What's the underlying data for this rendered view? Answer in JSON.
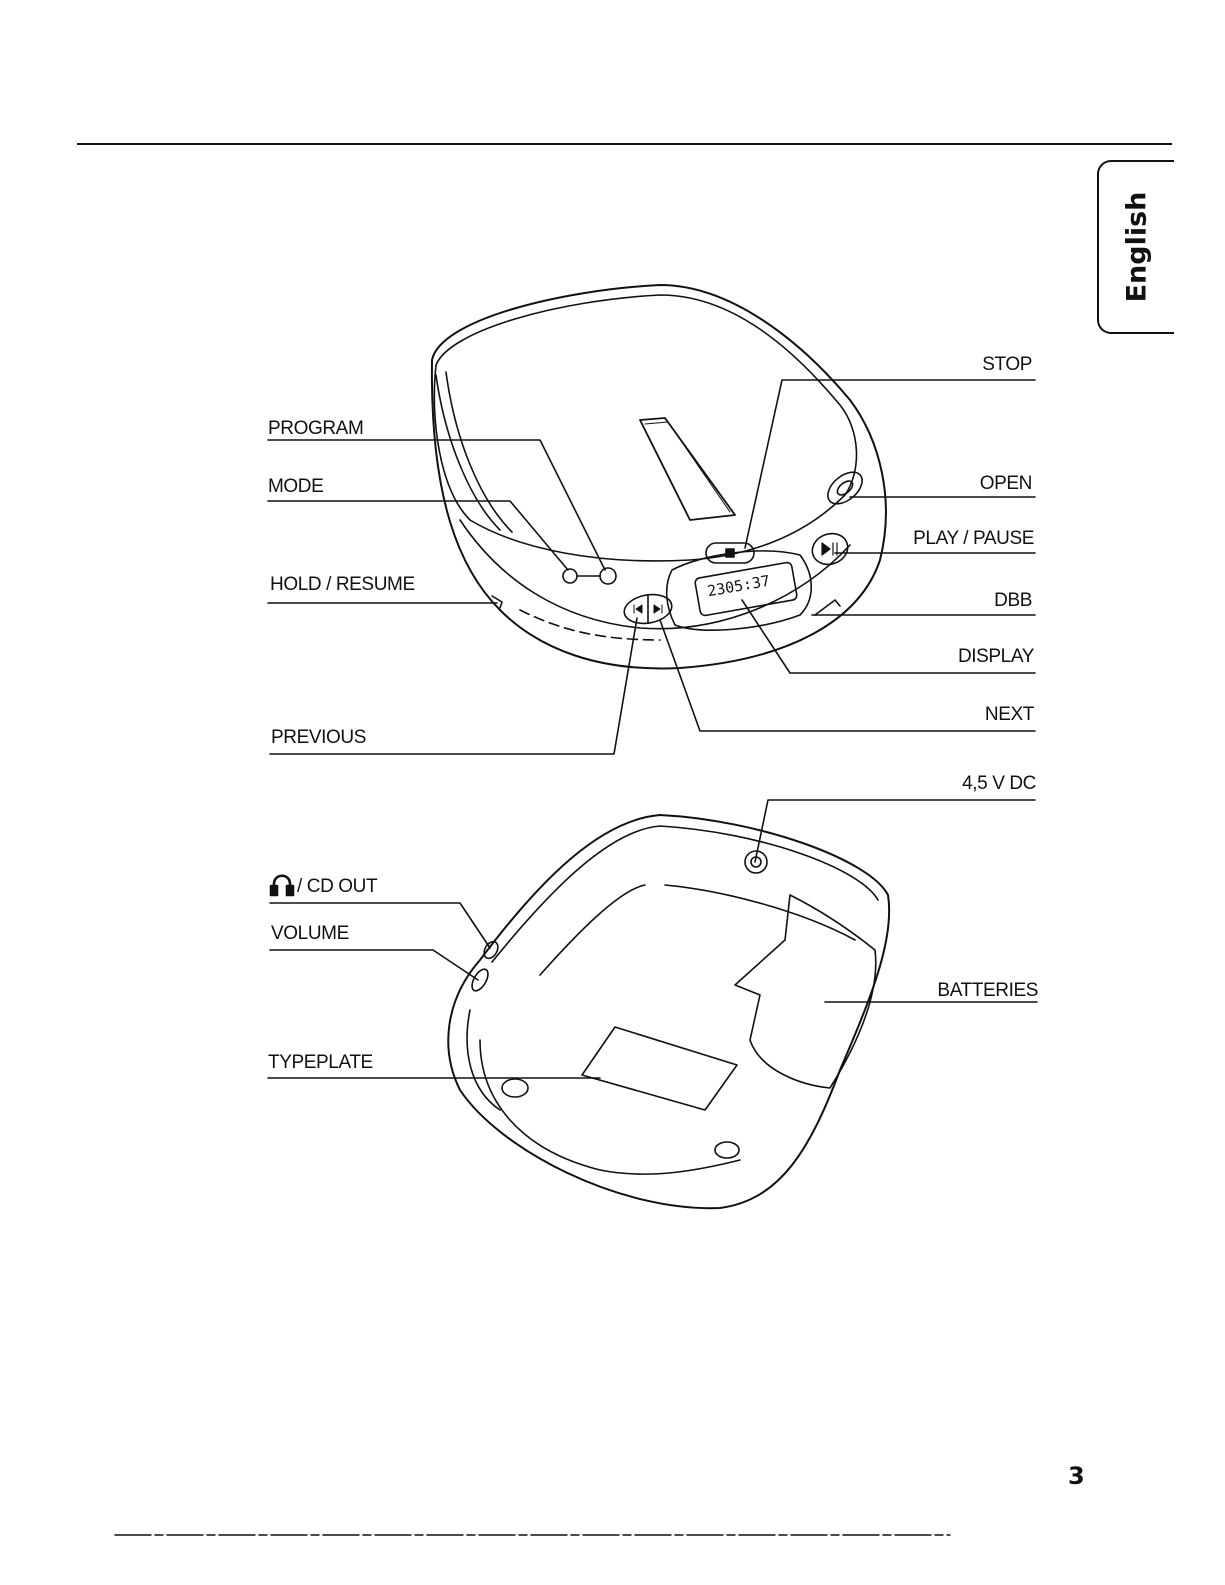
{
  "language_tab": "English",
  "page_number": "3",
  "labels": {
    "stop": "STOP",
    "program": "PROGRAM",
    "mode": "MODE",
    "open": "OPEN",
    "play_pause": "PLAY / PAUSE",
    "hold_resume": "HOLD / RESUME",
    "dbb": "DBB",
    "display": "DISPLAY",
    "next": "NEXT",
    "previous": "PREVIOUS",
    "dc_in": "4,5 V DC",
    "cd_out": "/ CD OUT",
    "volume": "VOLUME",
    "batteries": "BATTERIES",
    "typeplate": "TYPEPLATE"
  },
  "device_display_readout": "2305:37",
  "icons": {
    "headphones": "headphones-icon",
    "stop": "stop-icon",
    "play_pause": "play-pause-icon",
    "previous": "previous-icon",
    "next": "next-icon",
    "open": "open-slider-icon"
  }
}
